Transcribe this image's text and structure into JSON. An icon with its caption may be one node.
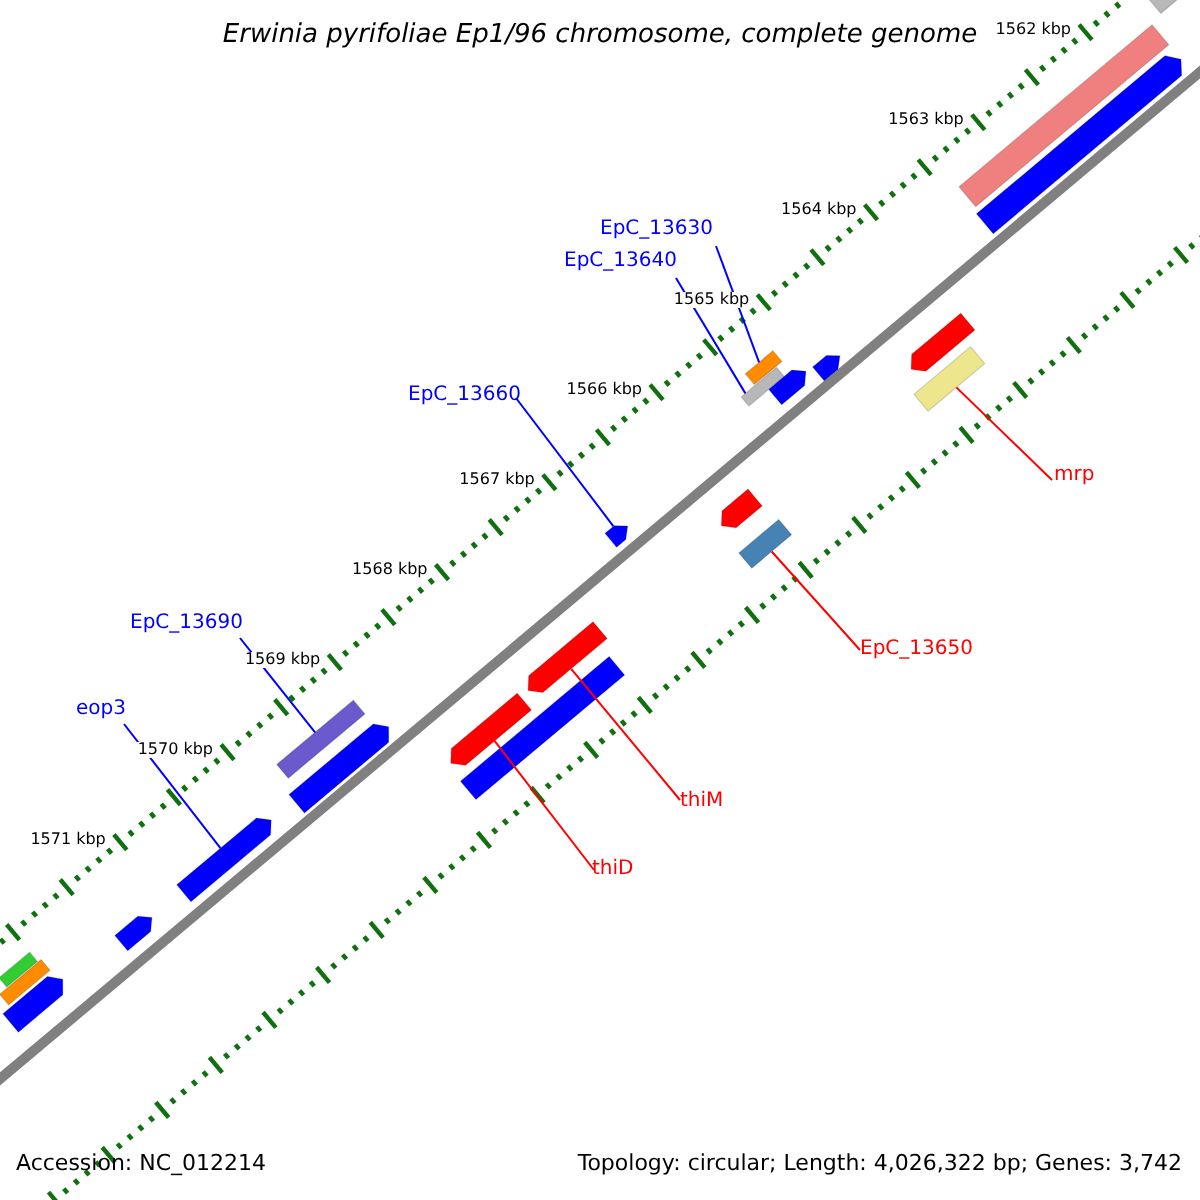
{
  "diagram": {
    "title": "Erwinia pyrifoliae Ep1/96 chromosome, complete genome",
    "nodes": [
      {
        "text": [
          "EpC_13630"
        ]
      },
      {
        "text": [
          "EpC_13640"
        ]
      },
      {
        "text": [
          "EpC_13660"
        ]
      },
      {
        "text": [
          "EpC_13690"
        ]
      },
      {
        "text": [
          "eop3"
        ]
      },
      {
        "text": [
          "mrp"
        ]
      },
      {
        "text": [
          "EpC_13650"
        ]
      },
      {
        "text": [
          "thiM"
        ]
      },
      {
        "text": [
          "thiD"
        ]
      },
      {
        "text": [],
        "shape": "bar"
      },
      {
        "text": [],
        "shape": "bar"
      },
      {
        "text": [],
        "shape": "bar"
      },
      {
        "text": [],
        "shape": "bar"
      },
      {
        "text": [],
        "shape": "bar"
      },
      {
        "text": [],
        "shape": "bar"
      },
      {
        "text": [],
        "shape": "bar"
      },
      {
        "text": [],
        "shape": "bar"
      },
      {
        "text": [],
        "shape": "bar"
      },
      {
        "text": [],
        "shape": "bar"
      },
      {
        "text": [],
        "shape": "bar"
      },
      {
        "text": [],
        "shape": "bar"
      },
      {
        "text": [],
        "shape": "bar"
      },
      {
        "text": [],
        "shape": "bar"
      },
      {
        "text": [],
        "shape": "bar"
      },
      {
        "text": [],
        "shape": "bar"
      },
      {
        "text": [],
        "shape": "bar"
      },
      {
        "text": [],
        "shape": "bar"
      },
      {
        "text": [],
        "shape": "bar"
      },
      {
        "text": [],
        "shape": "bar"
      },
      {
        "text": [],
        "shape": "bar"
      },
      {
        "text": [],
        "shape": "bar"
      }
    ],
    "edges": [
      {
        "from": 0,
        "to": 9,
        "arrow": "none",
        "color": "#0000ff"
      },
      {
        "from": 1,
        "to": 10,
        "arrow": "none",
        "color": "#0000ff"
      },
      {
        "from": 2,
        "to": 11,
        "arrow": "none",
        "color": "#0000ff"
      },
      {
        "from": 3,
        "to": 12,
        "arrow": "none",
        "color": "#0000ff"
      },
      {
        "from": 4,
        "to": 13,
        "arrow": "none",
        "color": "#0000ff"
      },
      {
        "from": 5,
        "to": 14,
        "arrow": "none",
        "color": "#ff0000"
      },
      {
        "from": 6,
        "to": 15,
        "arrow": "none",
        "color": "#ff0000"
      },
      {
        "from": 7,
        "to": 16,
        "arrow": "none",
        "color": "#ff0000"
      },
      {
        "from": 8,
        "to": 17,
        "arrow": "none",
        "color": "#ff0000"
      }
    ],
    "labels": [
      "1562 kbp",
      "1563 kbp",
      "1564 kbp",
      "1565 kbp",
      "1566 kbp",
      "1567 kbp",
      "1568 kbp",
      "1569 kbp",
      "1570 kbp",
      "1571 kbp",
      "Accession: NC_012214",
      "Topology: circular; Length: 4,026,322 bp; Genes: 3,742"
    ]
  }
}
